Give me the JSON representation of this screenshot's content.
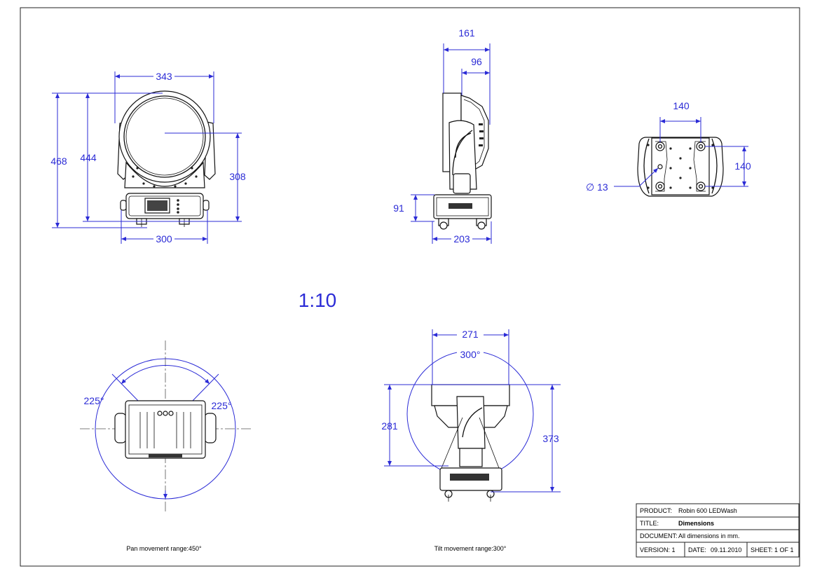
{
  "scale": "1:10",
  "front_view": {
    "width_top": "343",
    "height_total": "468",
    "height_body": "444",
    "lens_height": "308",
    "base_width": "300"
  },
  "side_view": {
    "depth": "161",
    "head_depth": "96",
    "base_height": "91",
    "base_depth": "203"
  },
  "bottom_view": {
    "hole_spacing_x": "140",
    "hole_spacing_y": "140",
    "hole_diameter": "∅ 13"
  },
  "pan_view": {
    "angle_left": "225°",
    "angle_right": "225°",
    "caption": "Pan movement range:450°"
  },
  "tilt_view": {
    "width": "271",
    "angle": "300°",
    "height_left": "281",
    "height_right": "373",
    "caption": "Tilt movement range:300°"
  },
  "title_block": {
    "product_label": "PRODUCT:",
    "product_value": "Robin 600 LEDWash",
    "title_label": "TITLE:",
    "title_value": "Dimensions",
    "document_label": "DOCUMENT:",
    "document_value": "All dimensions in mm.",
    "version": "VERSION: 1",
    "date_label": "DATE:",
    "date_value": "09.11.2010",
    "sheet": "SHEET: 1 OF 1"
  },
  "colors": {
    "dimension": "#2b2bd6",
    "outline": "#111111"
  }
}
